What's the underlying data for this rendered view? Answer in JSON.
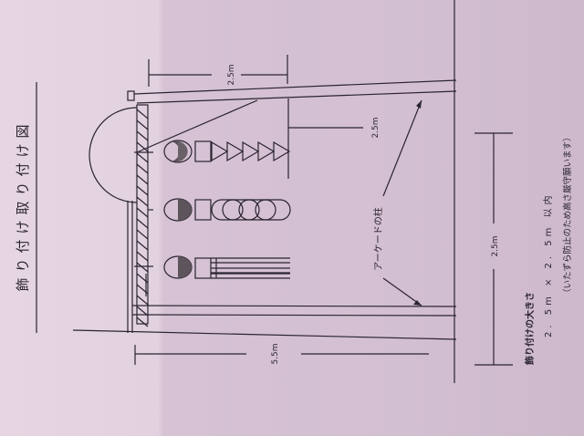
{
  "title": "飾り付け取り付け図",
  "dimensions": {
    "top_width": "2.5m",
    "inner_width": "2.5m",
    "right_height": "2.5m",
    "ground_height": "5.5m"
  },
  "pillar_label": "アーケードの柱",
  "notes": {
    "heading": "飾り付けの大きさ",
    "size": "2. 5m × 2. 5m 以内",
    "caution": "（いたずら防止のため高さ厳守願います）"
  }
}
